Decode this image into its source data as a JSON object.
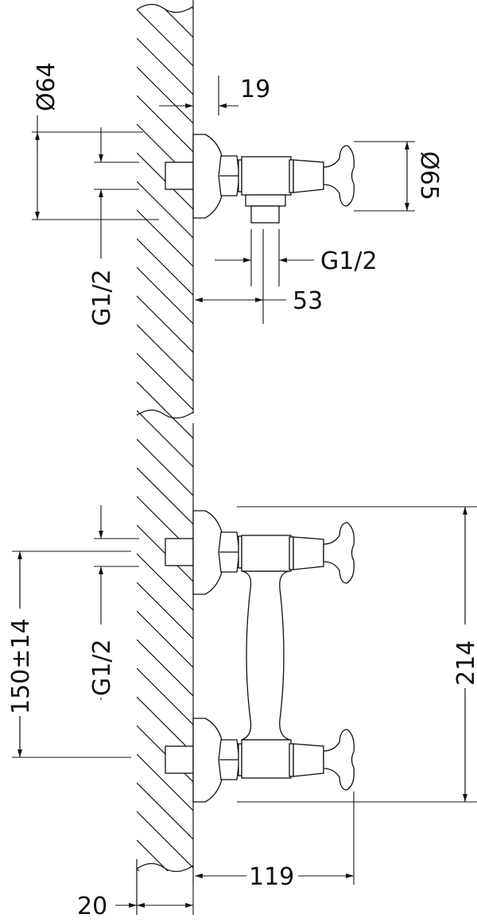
{
  "title": "Wall-mounted shower mixer dimension drawing",
  "dimensions": {
    "escutcheon_diameter": "Ø64",
    "wall_offset_top": "19",
    "handle_diameter": "Ø65",
    "outlet_thread": "G1/2",
    "outlet_offset": "53",
    "inlet_thread_top": "G1/2",
    "inlet_thread_bottom": "G1/2",
    "inlet_spacing": "150±14",
    "overall_height": "214",
    "projection": "119",
    "wall_thickness": "20"
  },
  "colors": {
    "line": "#111111",
    "background": "#ffffff"
  }
}
